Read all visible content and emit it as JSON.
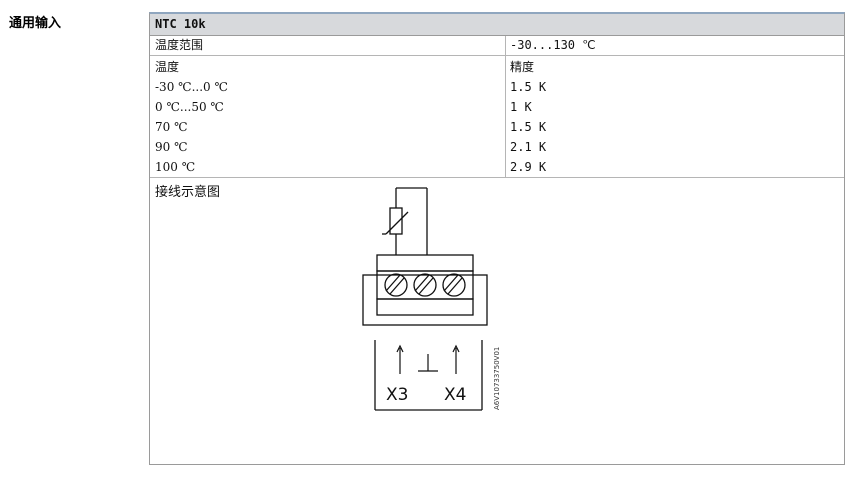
{
  "section_title": "通用输入",
  "table": {
    "header": "NTC 10k",
    "range_label": "温度范围",
    "range_value": "-30...130 ℃",
    "temp_header": "温度",
    "accuracy_header": "精度",
    "rows": [
      {
        "temp": "-30 ℃...0 ℃",
        "accuracy": "1.5 K"
      },
      {
        "temp": "0 ℃...50 ℃",
        "accuracy": "1 K"
      },
      {
        "temp": "70 ℃",
        "accuracy": "1.5 K"
      },
      {
        "temp": "90 ℃",
        "accuracy": "2.1 K"
      },
      {
        "temp": "100 ℃",
        "accuracy": "2.9 K"
      }
    ],
    "wiring_label": "接线示意图"
  },
  "diagram": {
    "terminal_left": "X3",
    "terminal_right": "X4",
    "drawing_code": "A6V10733750V01",
    "icons": [
      "thermistor-icon",
      "screw-terminal-icon",
      "ground-symbol-icon",
      "arrow-icon"
    ]
  }
}
